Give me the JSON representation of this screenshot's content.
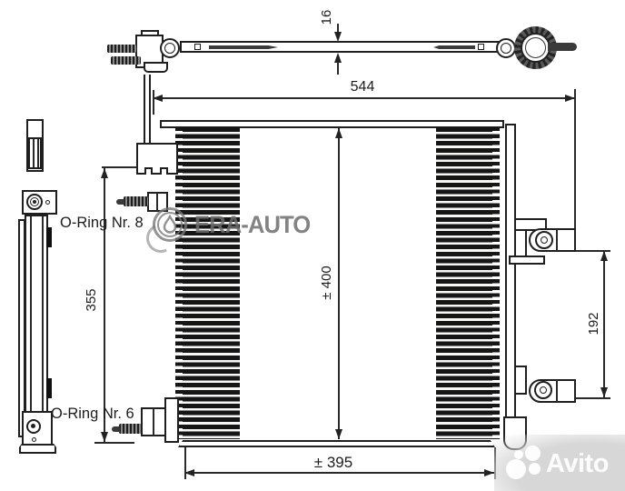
{
  "drawing": {
    "dims": {
      "depth": "16",
      "width_top": "544",
      "height_side": "355",
      "height_core": "± 400",
      "drier_span": "192",
      "width_core": "± 395"
    },
    "labels": {
      "oring8": "O-Ring Nr. 8",
      "oring6": "O-Ring Nr. 6"
    }
  },
  "watermarks": {
    "era": {
      "text": "ERA-AUTO",
      "color": "#6e6e6e"
    },
    "avito": {
      "text": "Avito",
      "color": "#ffffff"
    }
  },
  "colors": {
    "background": "#ffffff",
    "outline": "#1f1f1f",
    "dimension_line": "#2a2a2a",
    "fin_dark": "#161616",
    "era_watermark": "#6e6e6e",
    "avito_patch": "#d7d7d7"
  }
}
